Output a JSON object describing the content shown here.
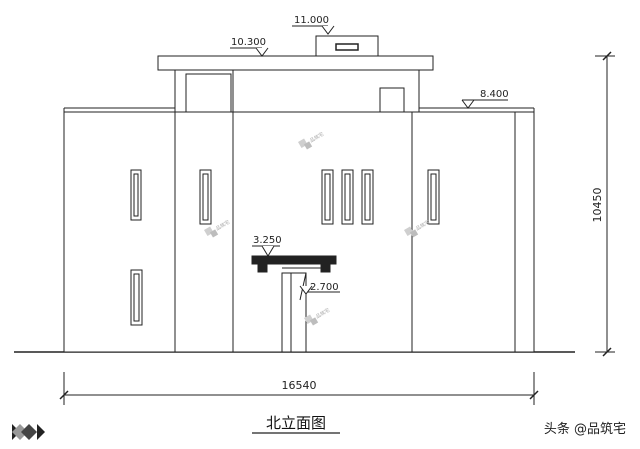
{
  "levels": {
    "top": "11.000",
    "upper_roof": "10.300",
    "roof": "8.400",
    "canopy": "3.250",
    "door": "2.700"
  },
  "dimensions": {
    "total_width": "16540",
    "total_height": "10450"
  },
  "drawing_title": "北立面图",
  "brand": {
    "prefix": "头条",
    "handle": "@品筑宅"
  },
  "watermark_text": "品筑宅"
}
